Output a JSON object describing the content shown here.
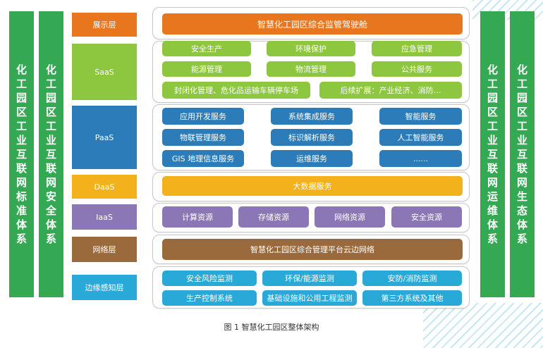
{
  "side_left": [
    "化工园区工业互联网标准体系",
    "化工园区工业互联网安全体系"
  ],
  "side_right": [
    "化工园区工业互联网运维体系",
    "化工园区工业互联网生态体系"
  ],
  "layers": {
    "display": "展示层",
    "saas": "SaaS",
    "paas": "PaaS",
    "daas": "DaaS",
    "iaas": "IaaS",
    "network": "网络层",
    "edge": "边缘感知层"
  },
  "display_row": {
    "title": "智慧化工园区综合监管驾驶舱"
  },
  "saas": {
    "row1": [
      "安全生产",
      "环境保护",
      "应急管理"
    ],
    "row2": [
      "能源管理",
      "物流管理",
      "公共服务"
    ],
    "row3": [
      "封闭化管理、危化品运输车辆停车场",
      "后续扩展：产业经济、消防…"
    ]
  },
  "paas": {
    "row1": [
      "应用开发服务",
      "系统集成服务",
      "智能服务"
    ],
    "row2": [
      "物联管理服务",
      "标识解析服务",
      "人工智能服务"
    ],
    "row3": [
      "GIS 地理信息服务",
      "运维服务",
      "......"
    ]
  },
  "daas": {
    "title": "大数据服务"
  },
  "iaas": {
    "items": [
      "计算资源",
      "存储资源",
      "网络资源",
      "安全资源"
    ]
  },
  "network": {
    "title": "智慧化工园区综合管理平台云边网络"
  },
  "edge": {
    "row1": [
      "安全风险监测",
      "环保/能源监测",
      "安防/消防监测"
    ],
    "row2": [
      "生产控制系统",
      "基础设施和公用工程监测",
      "第三方系统及其他"
    ]
  },
  "caption": "图 1 智慧化工园区整体架构",
  "colors": {
    "side_bar": "#34a853",
    "display_layer": "#e8761f",
    "saas_layer": "#8dc63f",
    "paas_layer": "#2b7cb8",
    "daas_layer": "#f3b21c",
    "iaas_layer": "#8b76b6",
    "network_layer": "#9b6a3c",
    "edge_layer": "#29a9d8"
  }
}
